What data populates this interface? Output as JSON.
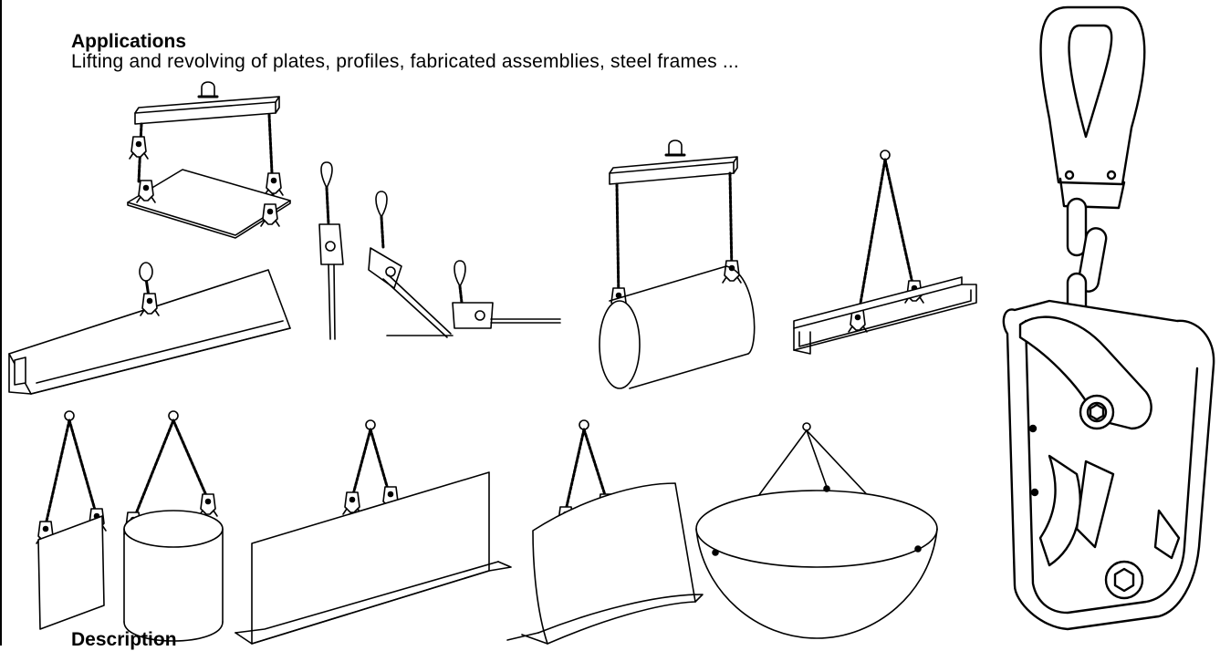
{
  "applications": {
    "title": "Applications",
    "description": "Lifting and revolving of plates, profiles, fabricated assemblies, steel frames ..."
  },
  "description_section": {
    "title": "Description"
  },
  "illustrations": [
    "beam-lifting-plate-icon",
    "clamp-on-inclined-profile-icon",
    "clamp-orientation-sequence-icon",
    "beam-lifting-cylinder-icon",
    "sling-lifting-channel-icon",
    "sling-lifting-plate-icon",
    "sling-lifting-tube-icon",
    "sling-lifting-angle-profile-icon",
    "sling-lifting-curved-plate-icon",
    "sling-lifting-dish-icon",
    "vertical-plate-clamp-icon"
  ]
}
